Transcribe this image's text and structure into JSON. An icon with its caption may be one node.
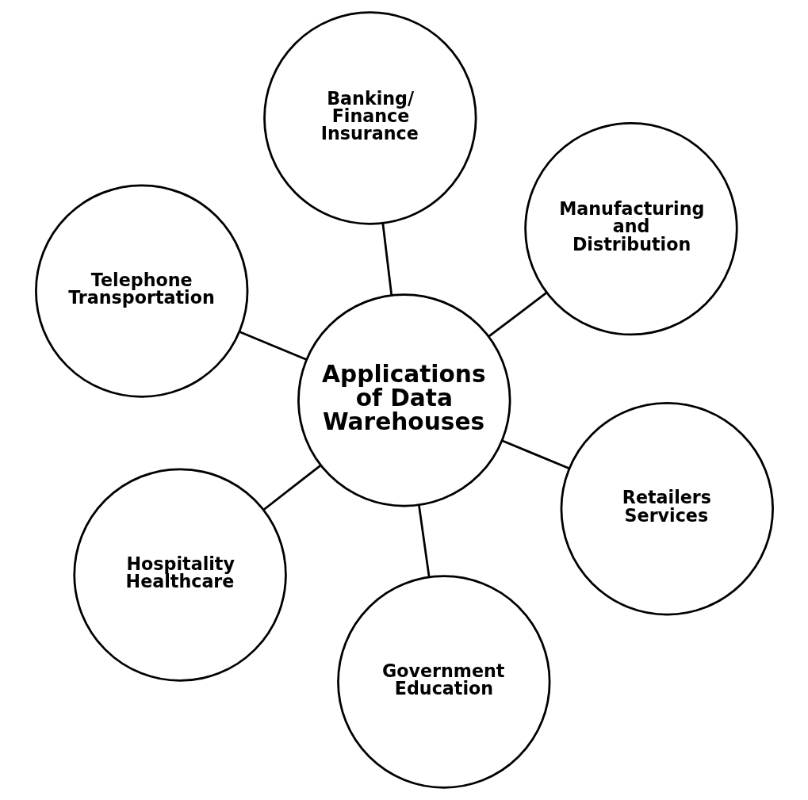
{
  "diagram": {
    "nodes": [
      {
        "text": [
          "Telephone Transportation"
        ]
      },
      {
        "text": [
          "Retailers Services"
        ]
      },
      {
        "text": [
          "Government Education"
        ]
      },
      {
        "text": [
          "Applications of Data Warehouses"
        ]
      },
      {
        "text": [
          "Manufacturing and Distribution"
        ]
      },
      {
        "text": [
          "Banking/ Finance Insurance"
        ]
      },
      {
        "text": [
          "Hospitality Healthcare"
        ]
      }
    ],
    "edges": [
      {
        "from": 3,
        "to": 0,
        "arrow": "none"
      },
      {
        "from": 3,
        "to": 1,
        "arrow": "none"
      },
      {
        "from": 3,
        "to": 2,
        "arrow": "none"
      },
      {
        "from": 3,
        "to": 4,
        "arrow": "none"
      },
      {
        "from": 3,
        "to": 5,
        "arrow": "none"
      },
      {
        "from": 3,
        "to": 6,
        "arrow": "none"
      }
    ]
  }
}
